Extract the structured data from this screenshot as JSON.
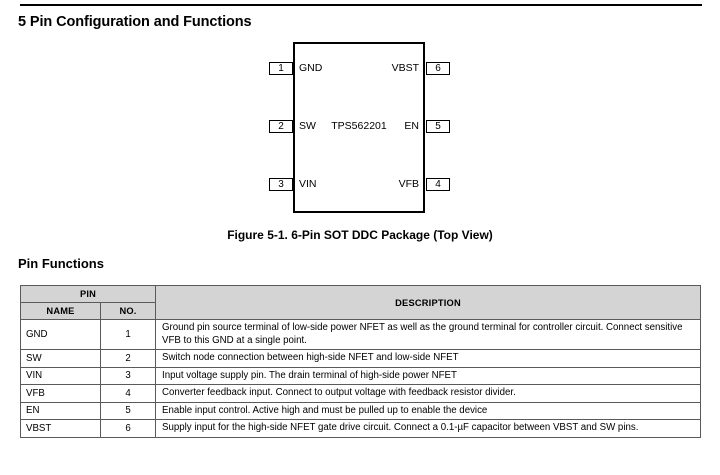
{
  "section": {
    "heading": "5 Pin Configuration and Functions"
  },
  "figure": {
    "device_label": "TPS562201",
    "caption": "Figure 5-1. 6-Pin SOT DDC Package (Top View)",
    "pins_left": [
      {
        "number": "1",
        "name": "GND"
      },
      {
        "number": "2",
        "name": "SW"
      },
      {
        "number": "3",
        "name": "VIN"
      }
    ],
    "pins_right": [
      {
        "number": "6",
        "name": "VBST"
      },
      {
        "number": "5",
        "name": "EN"
      },
      {
        "number": "4",
        "name": "VFB"
      }
    ]
  },
  "pin_functions": {
    "heading": "Pin Functions",
    "headers": {
      "pin_group": "PIN",
      "name": "NAME",
      "no": "NO.",
      "description": "DESCRIPTION"
    },
    "rows": [
      {
        "name": "GND",
        "no": "1",
        "description": "Ground pin source terminal of low-side power NFET as well as the ground terminal for controller circuit. Connect sensitive VFB to this GND at a single point."
      },
      {
        "name": "SW",
        "no": "2",
        "description": "Switch node connection between high-side NFET and low-side NFET"
      },
      {
        "name": "VIN",
        "no": "3",
        "description": "Input voltage supply pin. The drain terminal of high-side power NFET"
      },
      {
        "name": "VFB",
        "no": "4",
        "description": "Converter feedback input. Connect to output voltage with feedback resistor divider."
      },
      {
        "name": "EN",
        "no": "5",
        "description": "Enable input control. Active high and must be pulled up to enable the device"
      },
      {
        "name": "VBST",
        "no": "6",
        "description": "Supply input for the high-side NFET gate drive circuit. Connect a 0.1-µF capacitor between VBST and SW pins."
      }
    ]
  },
  "colors": {
    "header_fill": "#d4d4d4",
    "rule": "#000000",
    "border": "#5a5a5a"
  }
}
